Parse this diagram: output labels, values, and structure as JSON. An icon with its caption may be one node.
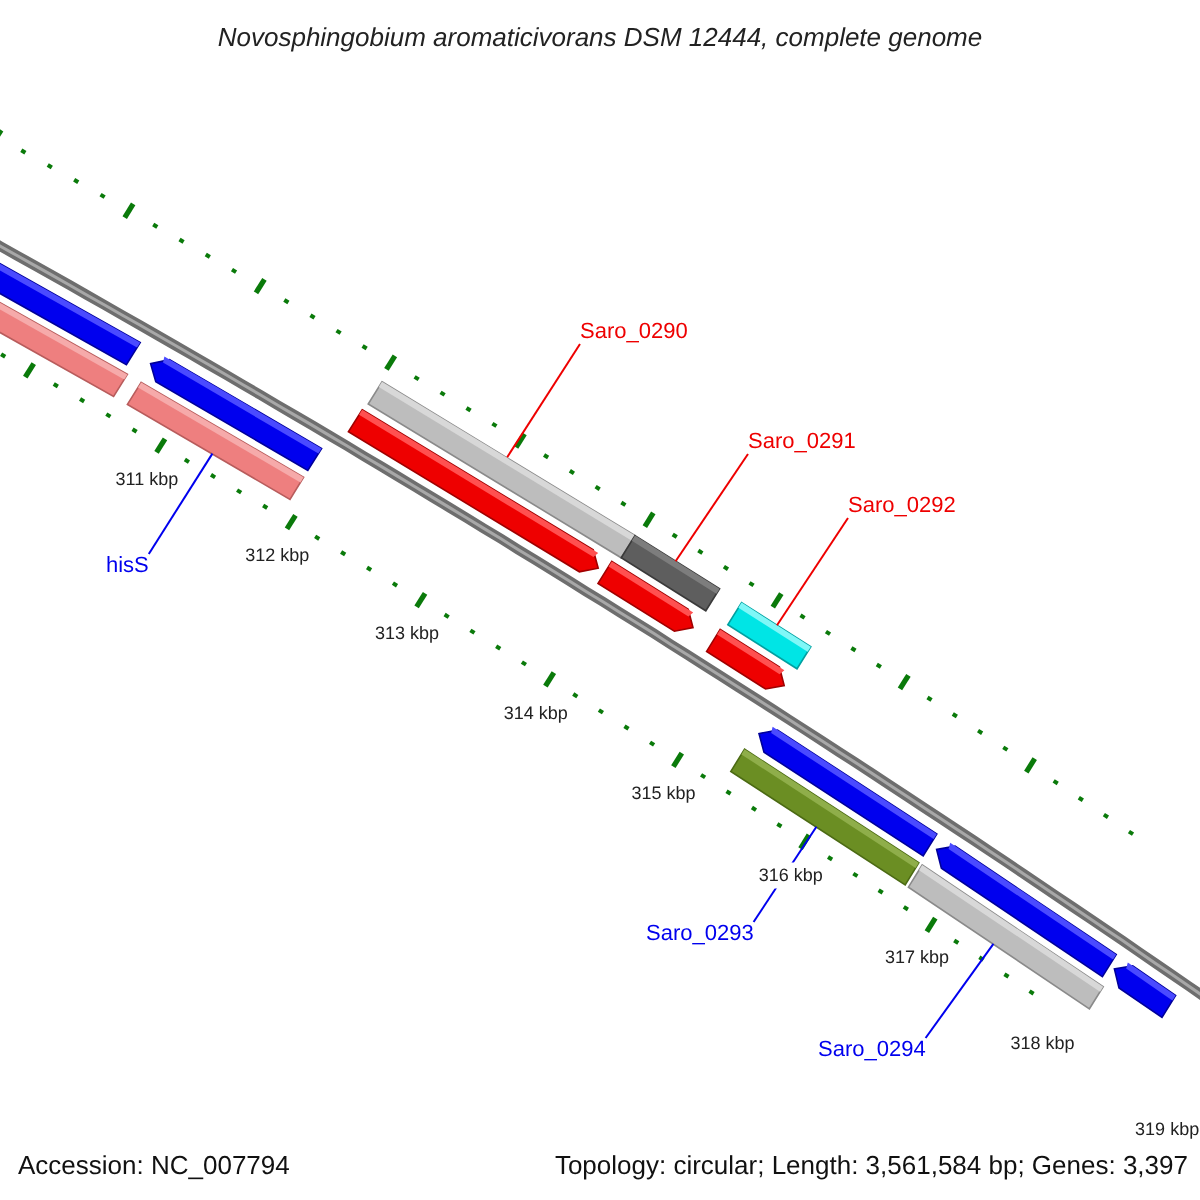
{
  "diagram": {
    "title": "Novosphingobium aromaticivorans DSM 12444, complete genome",
    "nodes": [
      {
        "text": [
          "Saro_0290"
        ]
      },
      {
        "text": [
          "Saro_0291"
        ]
      },
      {
        "text": [
          "Saro_0292"
        ]
      },
      {
        "text": [
          "hisS"
        ]
      },
      {
        "text": [
          "Saro_0293"
        ]
      },
      {
        "text": [
          "Saro_0294"
        ]
      },
      {
        "text": [],
        "shape": "arrow"
      },
      {
        "text": [],
        "shape": "bar"
      },
      {
        "text": [],
        "shape": "arrow"
      },
      {
        "text": [],
        "shape": "bar"
      },
      {
        "text": [],
        "shape": "arrow"
      },
      {
        "text": [],
        "shape": "bar"
      },
      {
        "text": [],
        "shape": "arrow"
      },
      {
        "text": [],
        "shape": "bar"
      },
      {
        "text": [],
        "shape": "arrow"
      },
      {
        "text": [],
        "shape": "bar"
      },
      {
        "text": [],
        "shape": "bar"
      },
      {
        "text": [],
        "shape": "arrow"
      },
      {
        "text": [],
        "shape": "bar"
      },
      {
        "text": [],
        "shape": "arrow"
      },
      {
        "text": [],
        "shape": "arrow"
      }
    ],
    "edges": [
      {
        "from": 0,
        "to": 11,
        "arrow": "none",
        "color": "#ee0000"
      },
      {
        "from": 1,
        "to": 13,
        "arrow": "none",
        "color": "#ee0000"
      },
      {
        "from": 2,
        "to": 15,
        "arrow": "none",
        "color": "#ee0000"
      },
      {
        "from": 3,
        "to": 9,
        "arrow": "none",
        "color": "#0000ee"
      },
      {
        "from": 4,
        "to": 16,
        "arrow": "none",
        "color": "#0000ee"
      },
      {
        "from": 5,
        "to": 18,
        "arrow": "none",
        "color": "#0000ee"
      }
    ],
    "labels": [
      "311 kbp",
      "312 kbp",
      "313 kbp",
      "314 kbp",
      "315 kbp",
      "316 kbp",
      "317 kbp",
      "318 kbp",
      "319 kbp",
      "Accession: NC_007794",
      "Topology: circular; Length: 3,561,584 bp; Genes: 3,397"
    ]
  }
}
